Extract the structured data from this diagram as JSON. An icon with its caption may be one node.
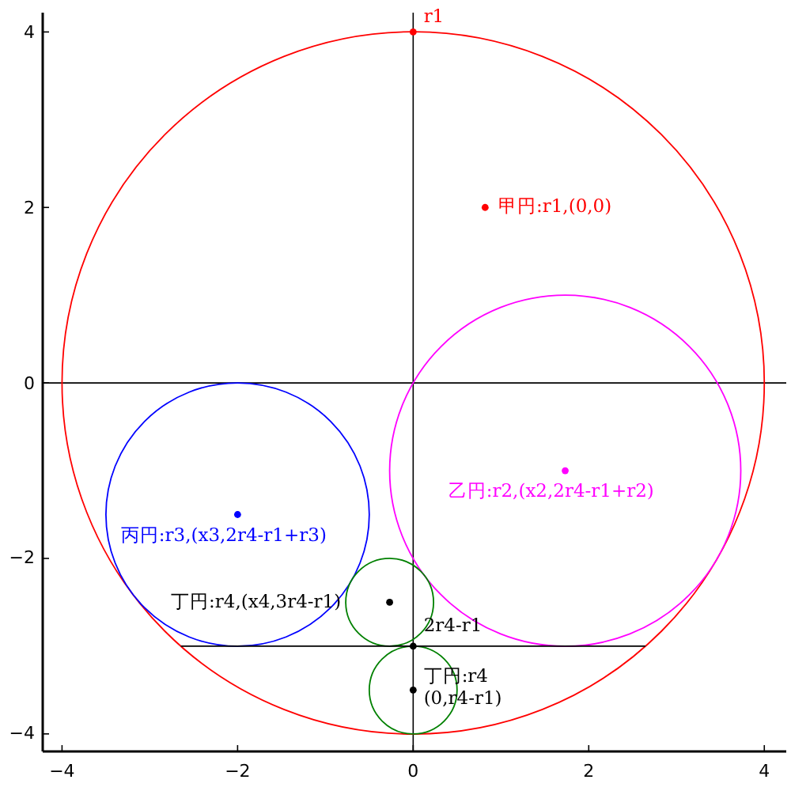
{
  "diagram": {
    "chart_data": {
      "type": "scatter",
      "xlim": [
        -4.22,
        4.25
      ],
      "ylim": [
        -4.2,
        4.22
      ],
      "xticks": [
        -4,
        -2,
        0,
        2,
        4
      ],
      "yticks": [
        -4,
        -2,
        0,
        2,
        4
      ],
      "series": [
        {
          "color": "#ff0000",
          "x": [
            0,
            0.82
          ],
          "values": [
            4,
            2
          ]
        },
        {
          "color": "#ff00ff",
          "x": [
            1.732
          ],
          "values": [
            -1
          ]
        },
        {
          "color": "#0000ff",
          "x": [
            -2
          ],
          "values": [
            -1.5
          ]
        },
        {
          "color": "#000000",
          "x": [
            -0.268,
            0,
            0
          ],
          "values": [
            -2.5,
            -3,
            -3.5
          ]
        }
      ],
      "ref_lines": [
        {
          "axis": "y",
          "value": -3
        }
      ],
      "annotations": [
        "r1",
        "甲円:r1,(0,0)",
        "乙円:r2,(x2,2r4-r1+r2)",
        "丙円:r3,(x3,2r4-r1+r3)",
        "丁円:r4,(x4,3r4-r1)",
        "2r4-r1",
        "丁円:r4 (0,r4-r1)"
      ]
    }
  }
}
